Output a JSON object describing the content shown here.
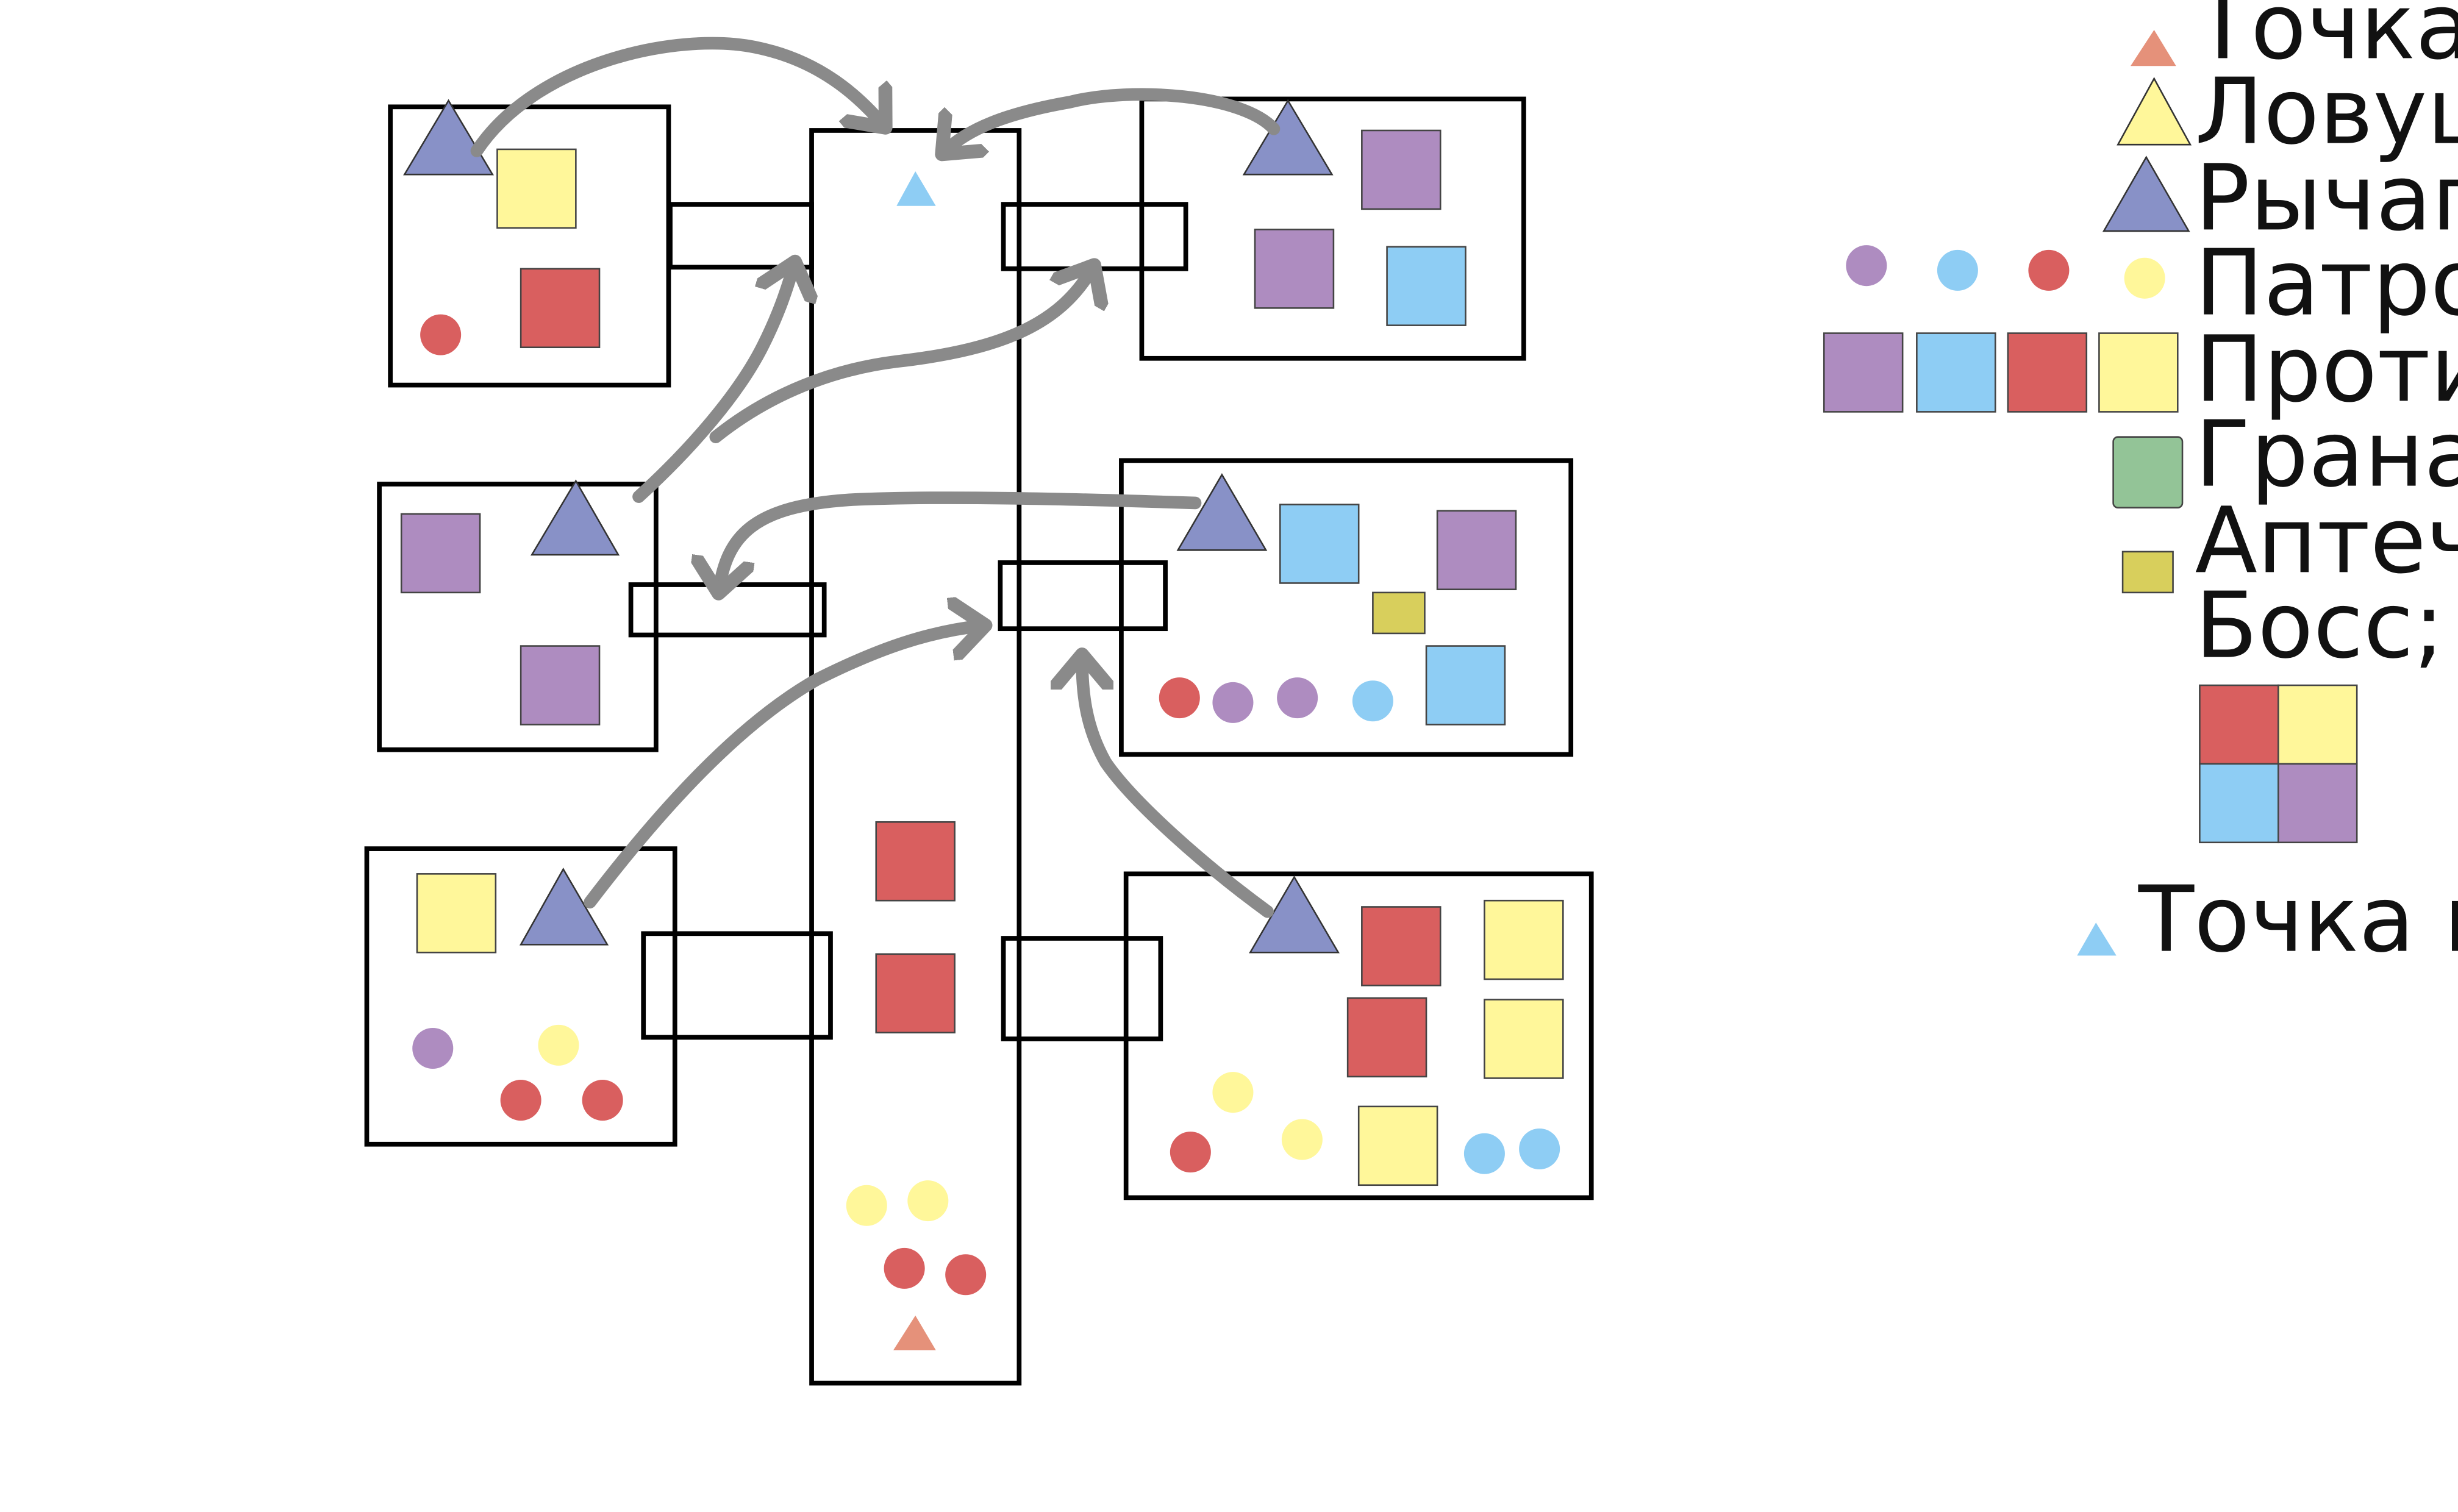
{
  "legend": {
    "start_point": "Точка старта",
    "trap": "Ловушка",
    "lever": "Рычаг",
    "ammo": "Патроны",
    "enemies": "Противники",
    "grenade": "Граната",
    "medkit": "Аптечка",
    "boss": "Босс;",
    "exit_point": "Точка выхода"
  },
  "colors": {
    "lever": "#8891c7",
    "trap": "#fff79a",
    "start": "#e5917a",
    "exit": "#8ecdf4",
    "purple": "#ae8cc0",
    "blue": "#8ecdf4",
    "red": "#d95f5f",
    "yellow": "#fff79a",
    "grenade": "#93c497",
    "medkit": "#d8cf5c",
    "arrow": "#8a8a8a"
  },
  "icons": {
    "arrow": "curved-arrow-icon",
    "lever": "triangle-icon",
    "enemy": "square-icon",
    "ammo": "circle-icon"
  }
}
